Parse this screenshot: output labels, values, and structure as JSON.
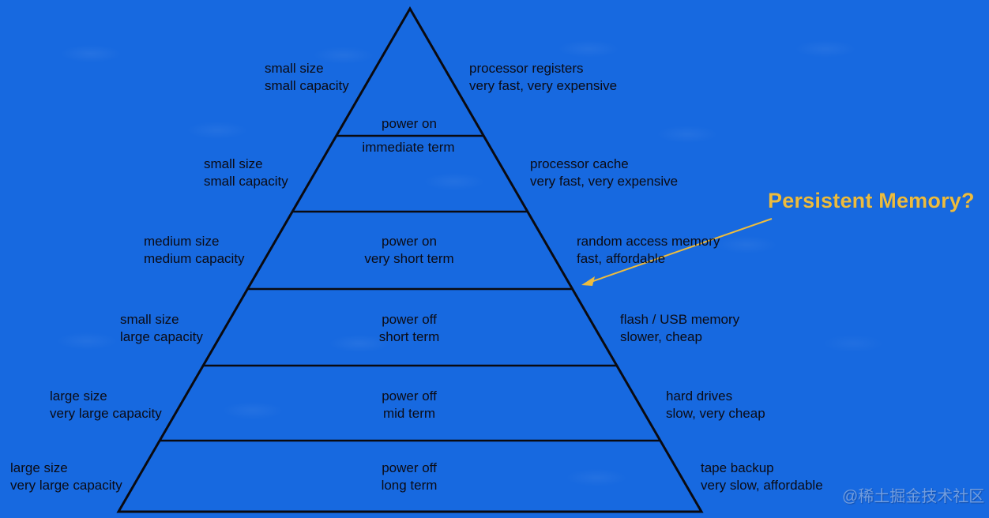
{
  "colors": {
    "background": "#1769E0",
    "line": "#0A0A10",
    "text": "#0B0B14",
    "accent": "#EDBC3E",
    "watermark": "#A8BEDF"
  },
  "annotation": {
    "label": "Persistent Memory?"
  },
  "watermark": {
    "label": "@稀土掘金技术社区"
  },
  "levels": [
    {
      "name": "processor registers",
      "left1": "small size",
      "left2": "small capacity",
      "inner1": "power on",
      "right1": "processor registers",
      "right2": "very fast, very expensive"
    },
    {
      "name": "processor cache",
      "left1": "small size",
      "left2": "small capacity",
      "inner1": "immediate term",
      "right1": "processor cache",
      "right2": "very fast, very expensive"
    },
    {
      "name": "random access memory",
      "left1": "medium size",
      "left2": "medium capacity",
      "inner1": "power on",
      "inner2": "very short term",
      "right1": "random access memory",
      "right2": "fast, affordable"
    },
    {
      "name": "flash / USB memory",
      "left1": "small size",
      "left2": "large capacity",
      "inner1": "power off",
      "inner2": "short term",
      "right1": "flash / USB memory",
      "right2": "slower, cheap"
    },
    {
      "name": "hard drives",
      "left1": "large size",
      "left2": "very large capacity",
      "inner1": "power off",
      "inner2": "mid term",
      "right1": "hard drives",
      "right2": "slow, very cheap"
    },
    {
      "name": "tape backup",
      "left1": "large size",
      "left2": "very large capacity",
      "inner1": "power off",
      "inner2": "long term",
      "right1": "tape backup",
      "right2": "very slow, affordable"
    }
  ]
}
